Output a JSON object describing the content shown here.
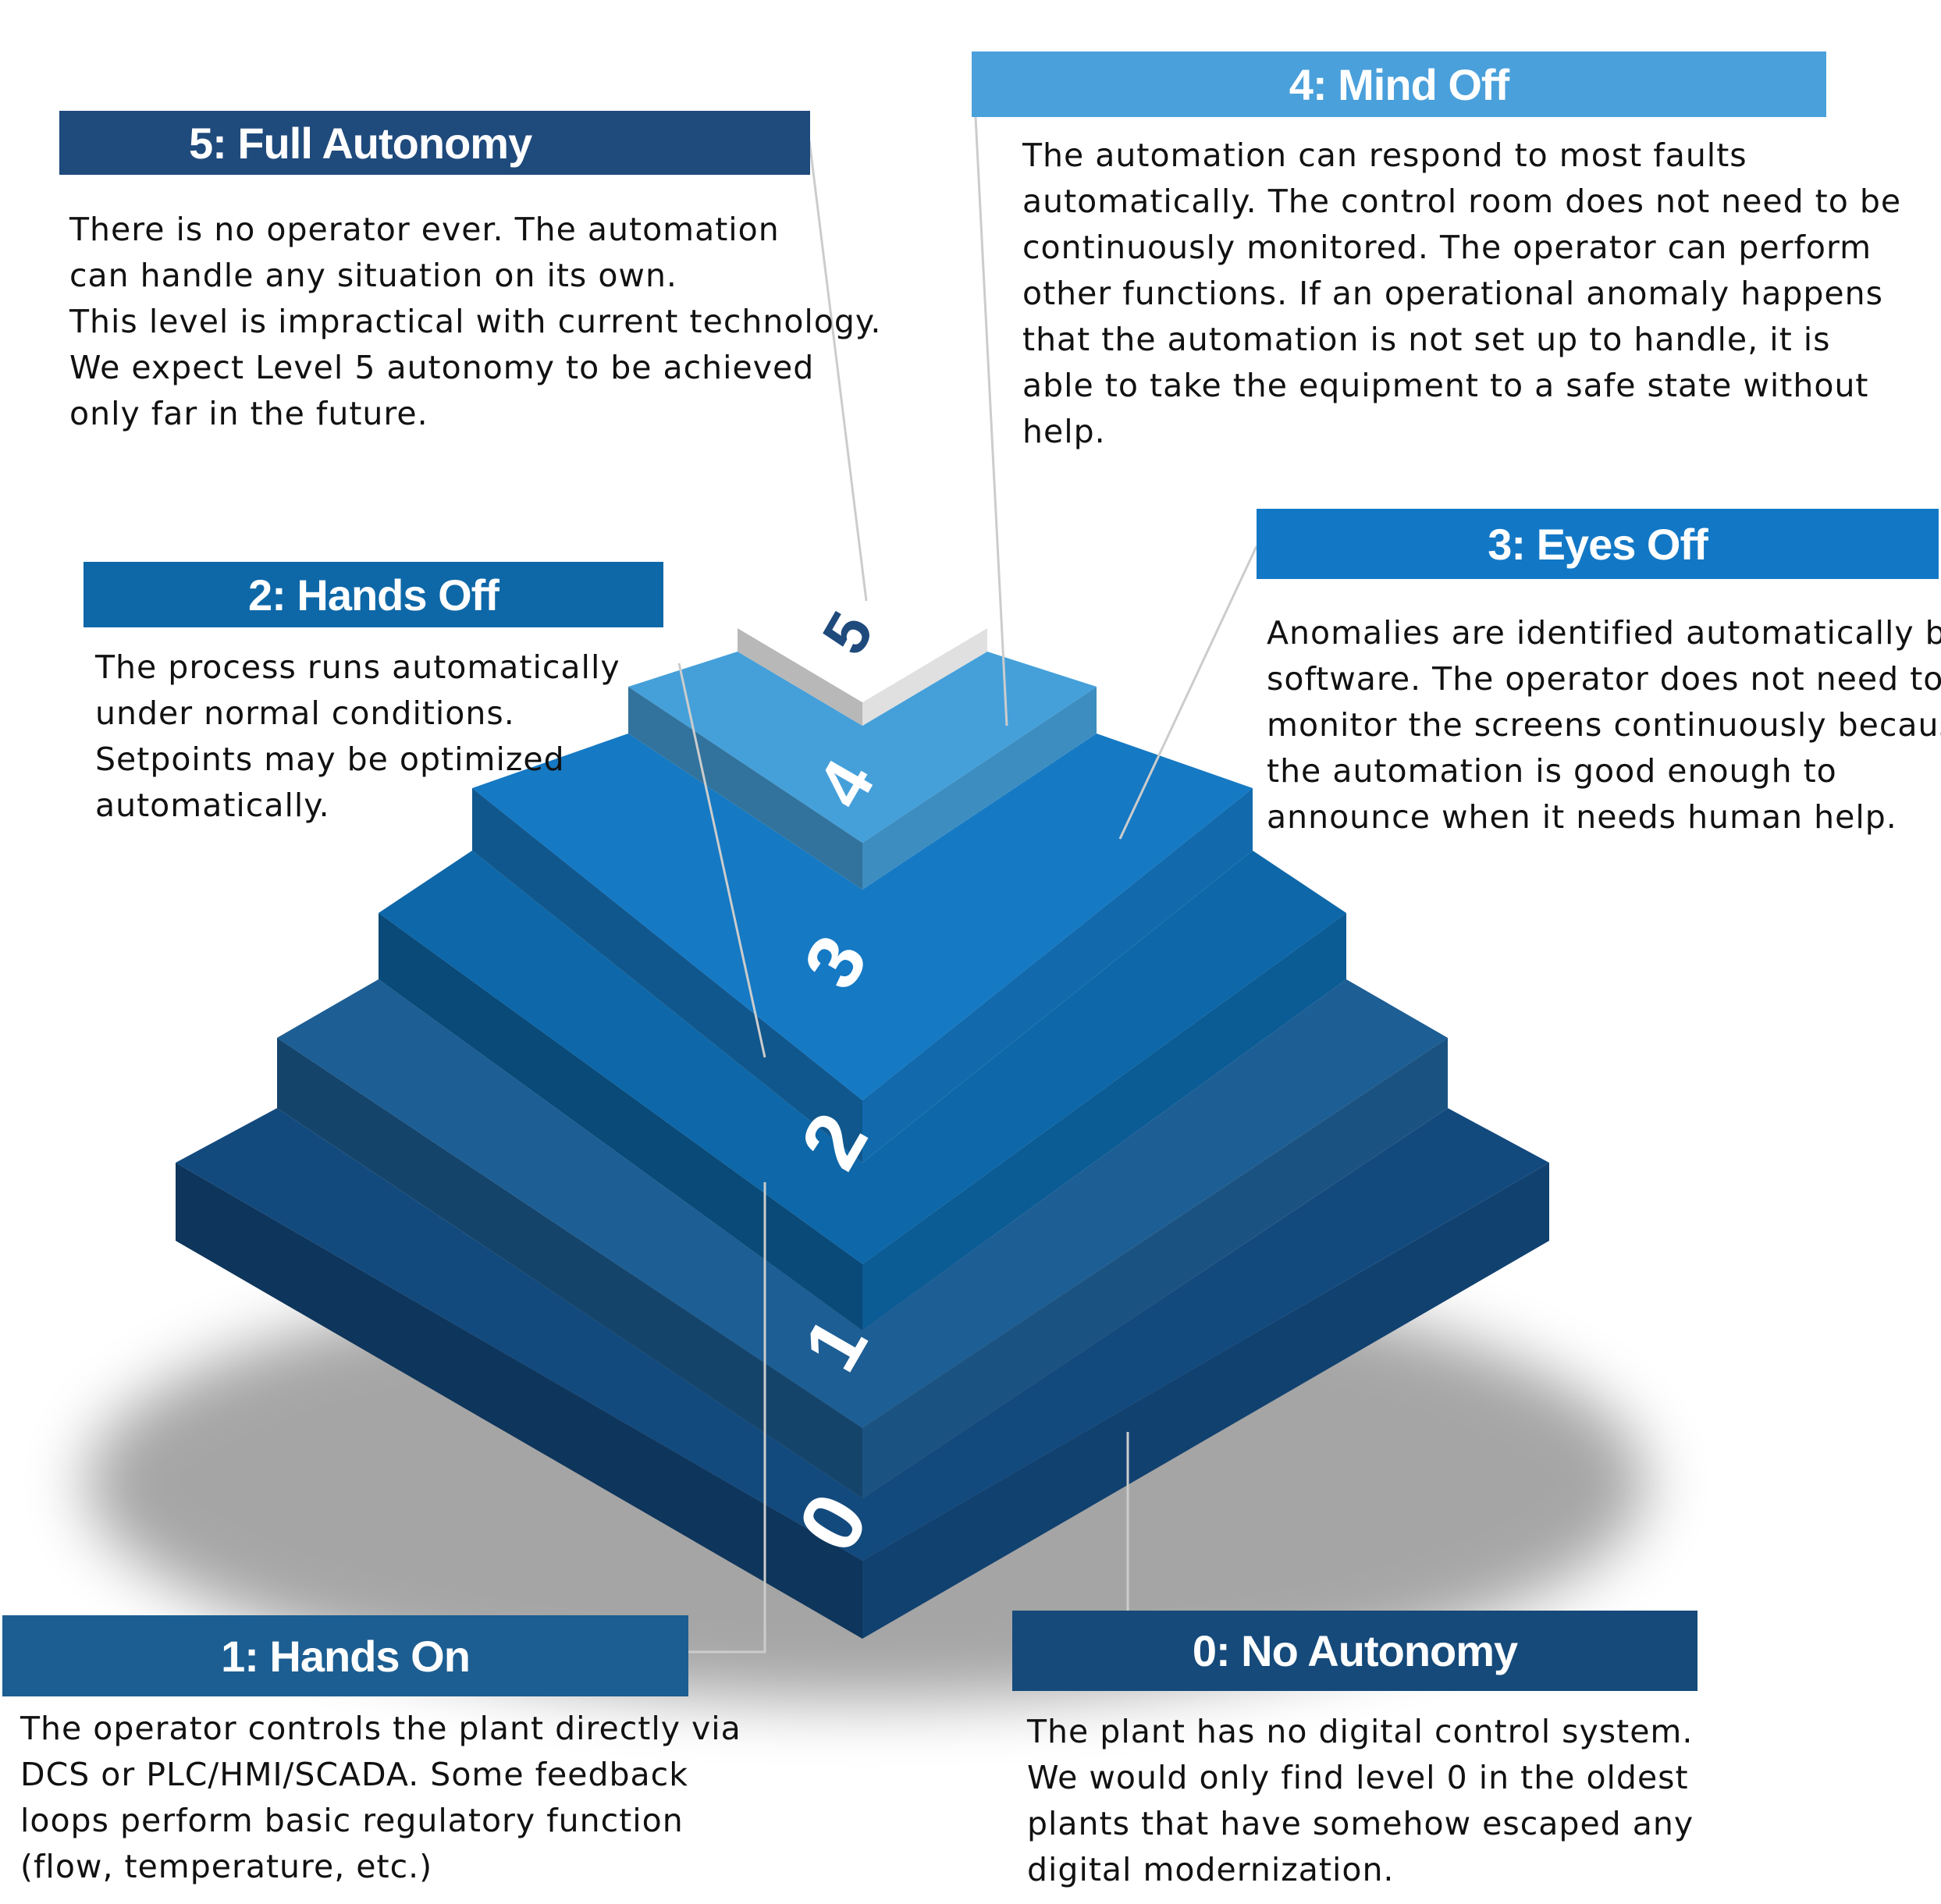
{
  "levels": [
    {
      "number": "5",
      "title": "5: Full Autonomy",
      "description": [
        "There is no operator ever. The automation",
        "can handle any situation on its own.",
        "This level is impractical with current technology.",
        "We expect Level 5 autonomy to be achieved",
        "only far in the future."
      ]
    },
    {
      "number": "4",
      "title": "4: Mind Off",
      "description": [
        "The automation can respond to most faults",
        "automatically. The control room does not need to be",
        "continuously monitored. The operator can perform",
        "other functions. If an operational anomaly happens",
        "that the  automation is not set up to handle, it is",
        "able to take the equipment to a safe state without",
        "help."
      ]
    },
    {
      "number": "3",
      "title": "3: Eyes Off",
      "description": [
        "Anomalies are identified automatically by",
        "software. The operator does not need to",
        "monitor the screens continuously because",
        "the automation is good enough to",
        "announce when it  needs human help."
      ]
    },
    {
      "number": "2",
      "title": "2: Hands Off",
      "description": [
        "The process runs automatically",
        "under normal conditions.",
        "Setpoints may be optimized",
        "automatically."
      ]
    },
    {
      "number": "1",
      "title": "1: Hands On",
      "description": [
        "The operator controls the plant directly via",
        "DCS or PLC/HMI/SCADA. Some feedback",
        "loops perform basic regulatory function",
        "(flow, temperature, etc.)"
      ]
    },
    {
      "number": "0",
      "title": "0: No Autonomy",
      "description": [
        "The plant has no digital control system.",
        "We would only find level 0 in the oldest",
        "plants that have somehow escaped any",
        "digital modernization."
      ]
    }
  ],
  "colors": {
    "tier0": "#134a7e",
    "tier1": "#1d5e94",
    "tier2": "#0d67a8",
    "tier3": "#1579c4",
    "tier4": "#45a0da",
    "tier5": "#ffffff",
    "connector": "#cccccc"
  }
}
